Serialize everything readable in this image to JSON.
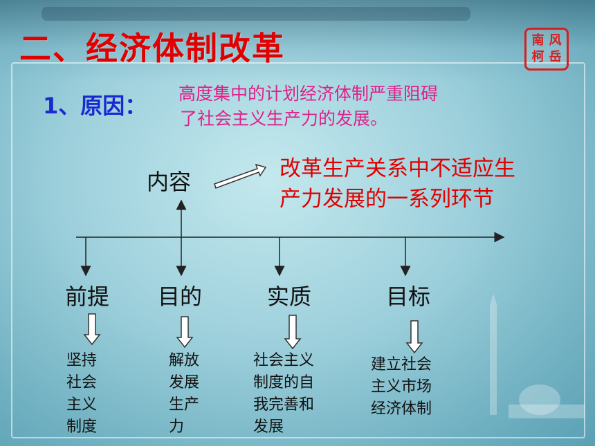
{
  "title": "二、经济体制改革",
  "seal": {
    "chars": [
      "南",
      "风",
      "柯",
      "岳"
    ]
  },
  "reason": {
    "label": "1、原因：",
    "text_line1": "高度集中的计划经济体制严重阻碍",
    "text_line2": "了社会主义生产力的发展。"
  },
  "content": {
    "label": "内容",
    "desc_line1": "改革生产关系中不适应生",
    "desc_line2": "产力发展的一系列环节"
  },
  "branches": [
    {
      "label": "前提",
      "lines": [
        "坚持",
        "社会",
        "主义",
        "制度"
      ]
    },
    {
      "label": "目的",
      "lines": [
        "解放",
        "发展",
        "生产",
        "力"
      ]
    },
    {
      "label": "实质",
      "lines": [
        "社会主义",
        "制度的自",
        "我完善和",
        "发展"
      ]
    },
    {
      "label": "目标",
      "lines": [
        "建立社会",
        "主义市场",
        "经济体制"
      ]
    }
  ],
  "colors": {
    "title": "#e00000",
    "reason_label": "#1a2ad0",
    "reason_text": "#e0208a",
    "content_desc": "#e00000"
  }
}
